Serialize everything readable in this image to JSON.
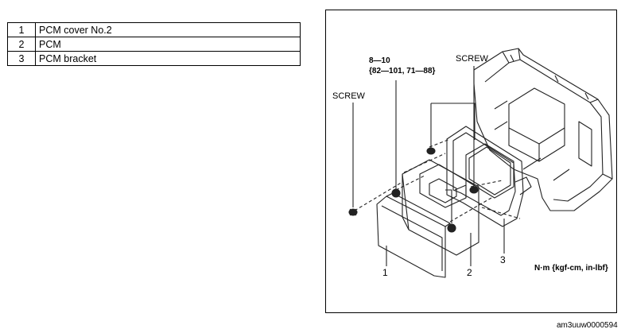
{
  "parts": [
    {
      "number": "1",
      "name": "PCM cover No.2"
    },
    {
      "number": "2",
      "name": "PCM"
    },
    {
      "number": "3",
      "name": "PCM bracket"
    }
  ],
  "figure": {
    "screw_left": "SCREW",
    "screw_top": "SCREW",
    "torque_line1": "8—10",
    "torque_line2": "{82—101, 71—88}",
    "callout_1": "1",
    "callout_2": "2",
    "callout_3": "3",
    "units": "N·m {kgf-cm, in-lbf}",
    "figure_id": "am3uuw0000594"
  }
}
